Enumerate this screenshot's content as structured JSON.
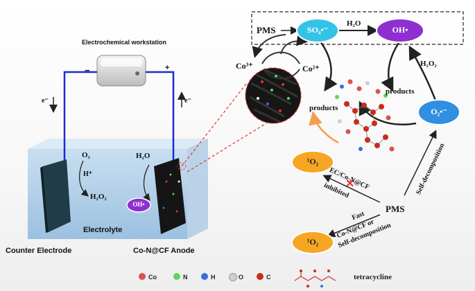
{
  "labels": {
    "workstation": "Electrochemical workstation",
    "minus": "−",
    "plus": "+",
    "e_left": "e⁻",
    "e_right": "e⁻",
    "o2_cathode": "O₂",
    "h_plus": "H⁺",
    "h2o2_cathode": "H₂O₂",
    "h2o_anode": "H₂O",
    "oh_anode": "OH•",
    "electrolyte": "Electrolyte",
    "counter_electrode": "Counter Electrode",
    "anode": "Co-N@CF Anode",
    "co3": "Co³⁺",
    "co2": "Co²⁺",
    "pms_top": "PMS",
    "so4": "SO₄•⁻",
    "h2o_top": "H₂O",
    "oh_top": "OH•",
    "h2o2_right": "H₂O₂",
    "products_left": "products",
    "products_right": "products",
    "o2_radical": "O₂•⁻",
    "singlet_o2_top": "¹O₂",
    "singlet_o2_bottom": "¹O₂",
    "ec_label": "EC/Co-N@CF",
    "inhibited": "inhibited",
    "pms_bottom": "PMS",
    "self_decomp": "Self-decomposition",
    "fast": "Fast",
    "fast_path": "Co-N@CF or",
    "fast_path2": "Self-decomposition"
  },
  "legend": {
    "items": [
      {
        "name": "Co",
        "color": "#d9534f"
      },
      {
        "name": "N",
        "color": "#5cd65c"
      },
      {
        "name": "H",
        "color": "#3a6fd8"
      },
      {
        "name": "O",
        "color": "#cfcfcf"
      },
      {
        "name": "C",
        "color": "#cc2a1a"
      }
    ],
    "molecule": "tetracycline"
  },
  "colors": {
    "oval_cyan": "#33c3e6",
    "oval_purple": "#8f2fd1",
    "oval_orange": "#f6a623",
    "oval_blue": "#2f8fe0",
    "wire": "#1d2bd4",
    "arrow_red": "#e8322a",
    "arrow_orange": "#f0a050"
  }
}
